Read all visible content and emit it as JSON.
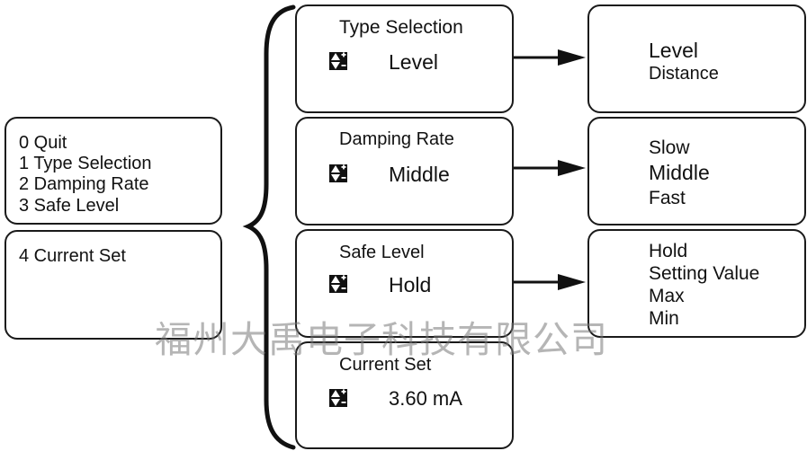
{
  "main_menu": {
    "items": [
      "0  Quit",
      "1  Type  Selection",
      "2 Damping Rate",
      "3 Safe Level"
    ]
  },
  "current_set_menu": {
    "label": "4  Current  Set"
  },
  "panels": {
    "type_selection": {
      "title": "Type  Selection",
      "value": "Level",
      "options": [
        "Level",
        "Distance"
      ]
    },
    "damping_rate": {
      "title": "Damping Rate",
      "value": "Middle",
      "options": [
        "Slow",
        "Middle",
        "Fast"
      ]
    },
    "safe_level": {
      "title": "Safe Level",
      "value": "Hold",
      "options": [
        "Hold",
        "Setting  Value",
        "Max",
        "Min"
      ]
    },
    "current_set": {
      "title": "Current  Set",
      "value": "3.60 mA"
    }
  },
  "icons": {
    "adjust": "plus-minus-adjust-icon",
    "arrow": "arrow-right-icon",
    "brace": "left-curly-brace"
  },
  "watermark": "福州大禹电子科技有限公司",
  "colors": {
    "stroke": "#1a1a1a",
    "background": "#ffffff",
    "watermark": "#8a8a8a"
  }
}
